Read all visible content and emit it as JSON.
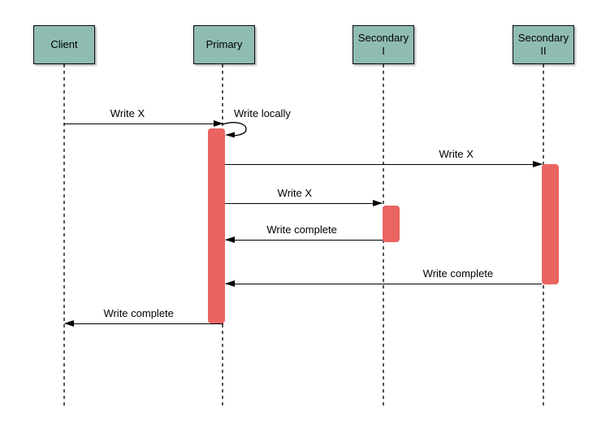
{
  "diagram_type": "uml-sequence",
  "colors": {
    "actor_fill": "#8fbcb2",
    "actor_border": "#0b0b0b",
    "activation_fill": "#ea6562",
    "lifeline": "#585858",
    "arrow": "#000000",
    "background": "#ffffff"
  },
  "actors": [
    {
      "label": "Client"
    },
    {
      "label": "Primary"
    },
    {
      "label": "Secondary\nI"
    },
    {
      "label": "Secondary\nII"
    }
  ],
  "activations": [
    {
      "actor": "Primary"
    },
    {
      "actor": "Secondary I"
    },
    {
      "actor": "Secondary II"
    }
  ],
  "messages": [
    {
      "label": "Write X",
      "from": "Client",
      "to": "Primary",
      "type": "arrow-right"
    },
    {
      "label": "Write locally",
      "from": "Primary",
      "to": "Primary",
      "type": "self-loop"
    },
    {
      "label": "Write X",
      "from": "Primary",
      "to": "Secondary II",
      "type": "arrow-right"
    },
    {
      "label": "Write X",
      "from": "Primary",
      "to": "Secondary I",
      "type": "arrow-right"
    },
    {
      "label": "Write complete",
      "from": "Secondary I",
      "to": "Primary",
      "type": "arrow-left"
    },
    {
      "label": "Write complete",
      "from": "Secondary II",
      "to": "Primary",
      "type": "arrow-left"
    },
    {
      "label": "Write complete",
      "from": "Primary",
      "to": "Client",
      "type": "arrow-left"
    }
  ]
}
